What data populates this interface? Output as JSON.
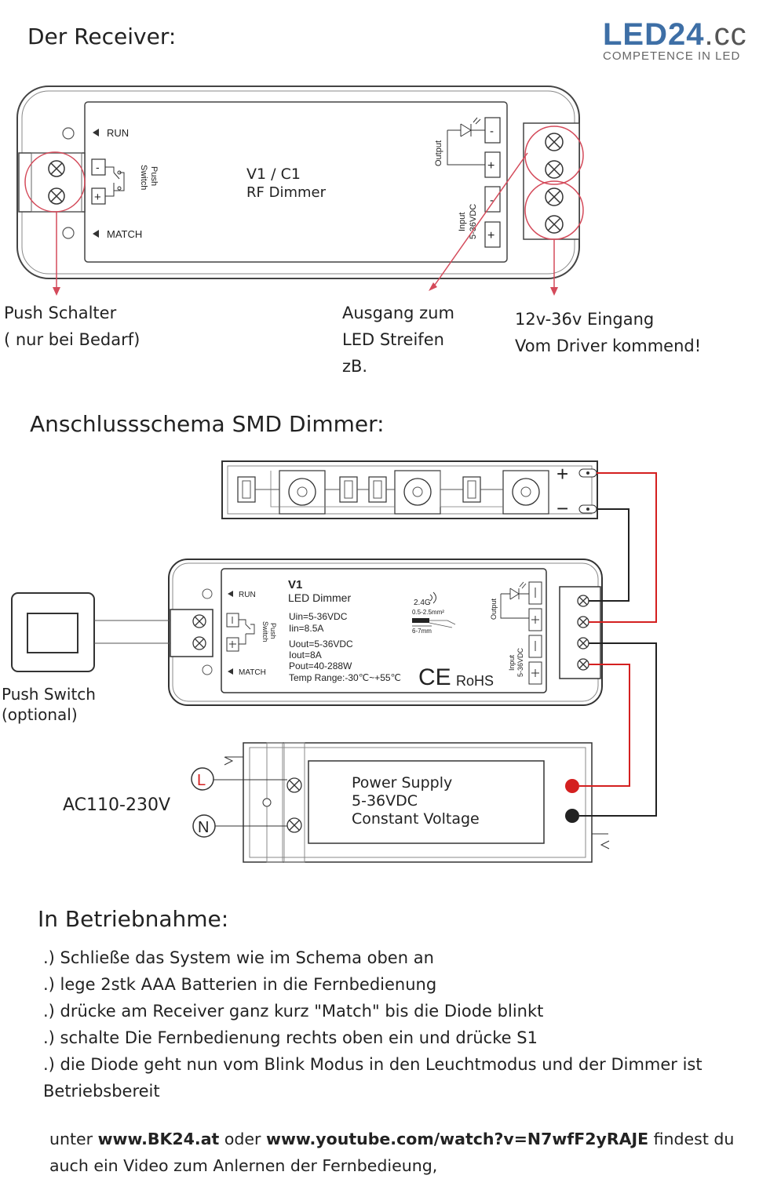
{
  "page": {
    "title_receiver": "Der Receiver:",
    "title_schema": "Anschlussschema SMD Dimmer:",
    "title_start": "In Betriebnahme:"
  },
  "brand": {
    "name_main": "LED24",
    "name_suffix": ".cc",
    "tagline": "COMPETENCE IN LED",
    "color": "#3e6fa6"
  },
  "receiver_diagram": {
    "model": "V1 / C1",
    "type": "RF Dimmer",
    "run_label": "RUN",
    "match_label": "MATCH",
    "push_switch_label_1": "Push",
    "push_switch_label_2": "Switch",
    "output_label": "Output",
    "input_label_1": "Input",
    "input_label_2": "5-36VDC",
    "minus": "-",
    "plus": "+"
  },
  "callouts": {
    "push": [
      "Push Schalter",
      "( nur bei Bedarf)"
    ],
    "output": [
      "Ausgang zum",
      "LED Streifen",
      "zB."
    ],
    "input": [
      "12v-36v Eingang",
      "Vom Driver kommend!"
    ]
  },
  "schema_diagram": {
    "dimmer_model": "V1",
    "dimmer_type": "LED Dimmer",
    "specs_in": [
      "Uin=5-36VDC",
      "Iin=8.5A"
    ],
    "specs_out": [
      "Uout=5-36VDC",
      "Iout=8A",
      "Pout=40-288W",
      "Temp Range:-30℃~+55℃"
    ],
    "rf_label": "2.4G",
    "wire_spec": "0.5-2.5mm²",
    "strip_len": "6-7mm",
    "ce_label": "CE",
    "rohs_label": "RoHS",
    "run_label": "RUN",
    "match_label": "MATCH",
    "push_label_1": "Push",
    "push_label_2": "Switch",
    "output_label": "Output",
    "input_label_1": "Input",
    "input_label_2": "5-36VDC",
    "strip_plus": "+",
    "strip_minus": "−",
    "push_switch_caption": [
      "Push Switch",
      "(optional)"
    ],
    "ac_label": "AC110-230V",
    "phase_l": "L",
    "phase_n": "N",
    "psu_lines": [
      "Power Supply",
      "5-36VDC",
      "Constant Voltage"
    ],
    "wire_red": "#d42020",
    "wire_black": "#222222"
  },
  "steps": [
    ".) Schließe das System wie im Schema oben an",
    ".)  lege 2stk AAA Batterien in die Fernbedienung",
    ".) drücke am Receiver ganz kurz \"Match\" bis die Diode blinkt",
    ".) schalte Die Fernbedienung rechts oben ein und drücke S1",
    ".) die Diode geht nun vom Blink Modus in den Leuchtmodus und der Dimmer ist Betriebsbereit"
  ],
  "note": {
    "prefix": "unter ",
    "link1": "www.BK24.at",
    "middle": " oder ",
    "link2": "www.youtube.com/watch?v=N7wfF2yRAJE",
    "suffix": " findest du auch ein Video zum Anlernen der Fernbedieung,"
  }
}
